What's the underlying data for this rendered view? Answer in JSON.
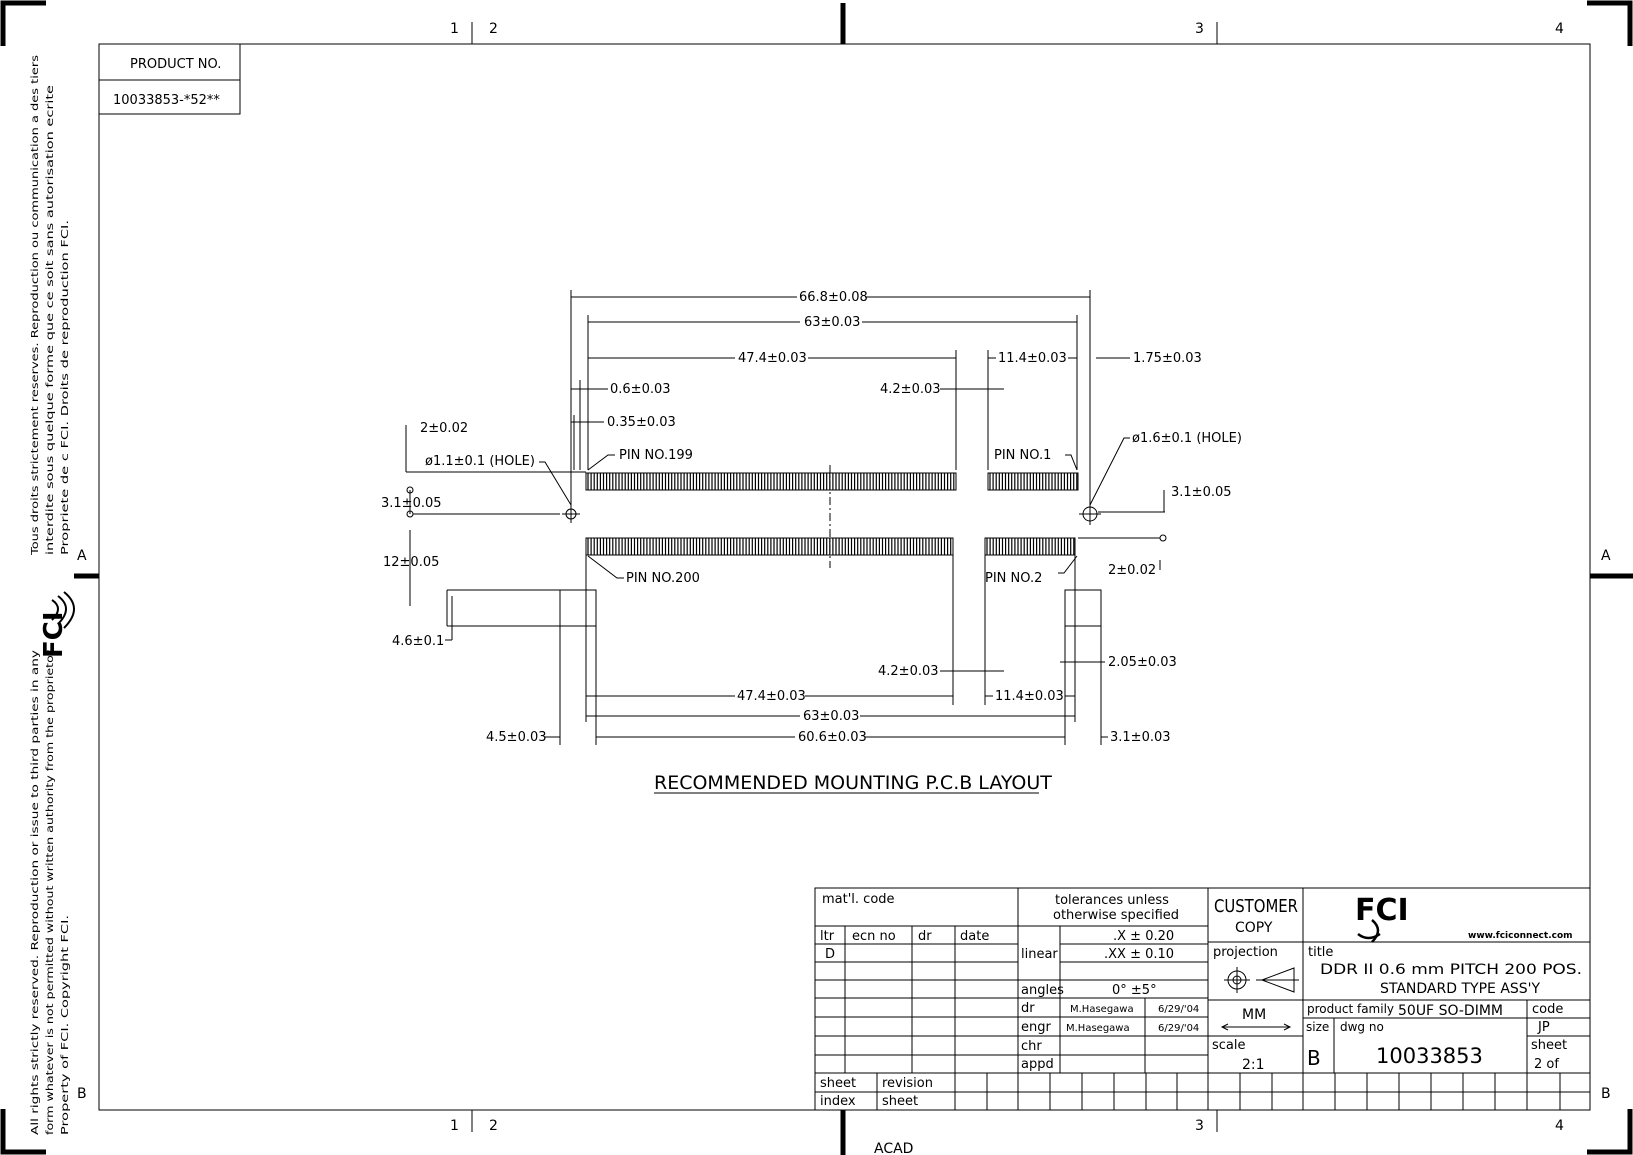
{
  "zone_numbers": {
    "z1": "1",
    "z2": "2",
    "z3": "3",
    "z4": "4"
  },
  "zone_letters": {
    "a": "A",
    "b": "B"
  },
  "product_box": {
    "label": "PRODUCT NO.",
    "value": "10033853-*52**"
  },
  "legal_top": [
    "Tous droits strictement reserves.   Reproduction ou communication a des tiers",
    "interdite sous quelque forme que ce soit sans autorisation ecrite",
    "Propriete de c FCI.   Droits de reproduction FCI."
  ],
  "legal_bottom": [
    "All rights strictly reserved.   Reproduction or issue to third parties in any",
    "form whatever is not permitted without written authority from the proprietor",
    "Property of FCI.   Copyright FCI."
  ],
  "side_logo": "FCI",
  "dimensions": {
    "d_66_8": "66.8±0.08",
    "d_63_top": "63±0.03",
    "d_47_4_top": "47.4±0.03",
    "d_11_4_top": "11.4±0.03",
    "d_1_75": "1.75±0.03",
    "d_0_6": "0.6±0.03",
    "d_4_2_top": "4.2±0.03",
    "d_0_35": "0.35±0.03",
    "d_2_left": "2±0.02",
    "hole_left": "ø1.1±0.1  (HOLE)",
    "hole_right": "ø1.6±0.1  (HOLE)",
    "pin_199": "PIN  NO.199",
    "pin_1": "PIN  NO.1",
    "pin_200": "PIN  NO.200",
    "pin_2": "PIN  NO.2",
    "d_3_1_left": "3.1±0.05",
    "d_3_1_right": "3.1±0.05",
    "d_12": "12±0.05",
    "d_2_right": "2±0.02",
    "d_4_6": "4.6±0.1",
    "d_4_2_bot": "4.2±0.03",
    "d_2_05": "2.05±0.03",
    "d_47_4_bot": "47.4±0.03",
    "d_11_4_bot": "11.4±0.03",
    "d_63_bot": "63±0.03",
    "d_4_5": "4.5±0.03",
    "d_60_6": "60.6±0.03",
    "d_3_1_bot": "3.1±0.03"
  },
  "layout_title": "RECOMMENDED  MOUNTING  P.C.B  LAYOUT",
  "title_block": {
    "matl_code": "mat'l.  code",
    "tolerances_1": "tolerances  unless",
    "tolerances_2": "otherwise  specified",
    "customer": "CUSTOMER",
    "copy": "COPY",
    "ltr": "ltr",
    "ecn_no": "ecn  no",
    "dr_col": "dr",
    "date_col": "date",
    "rev_letter": "D",
    "linear": "linear",
    "tol_x": ".X  ±  0.20",
    "tol_xx": ".XX  ±  0.10",
    "angles": "angles",
    "tol_angle": "0°   ±5°",
    "projection": "projection",
    "dr": "dr",
    "engr": "engr",
    "chr": "chr",
    "appd": "appd",
    "dr_name": "M.Hasegawa",
    "dr_date": "6/29/'04",
    "engr_name": "M.Hasegawa",
    "engr_date": "6/29/'04",
    "units": "MM",
    "scale_label": "scale",
    "scale_value": "2:1",
    "website": "www.fciconnect.com",
    "logo": "FCI",
    "title_label": "title",
    "title_line1": "DDR  II  0.6  mm  PITCH  200  POS.",
    "title_line2": "STANDARD  TYPE  ASS'Y",
    "product_family_label": "product  family",
    "product_family": "50UF  SO-DIMM",
    "code_label": "code",
    "code_value": "JP",
    "size_label": "size",
    "size_value": "B",
    "dwg_no_label": "dwg  no",
    "dwg_no": "10033853",
    "sheet_label": "sheet",
    "sheet_value": "2  of",
    "sheet_index_1": "sheet",
    "sheet_index_2": "index",
    "revision": "revision",
    "revision_sheet": "sheet"
  },
  "footer_text": "ACAD"
}
